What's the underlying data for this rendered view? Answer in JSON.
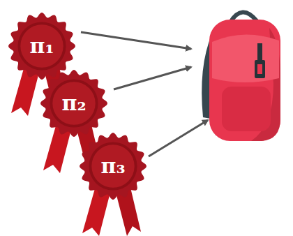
{
  "diagram": {
    "nodes": [
      {
        "text": [
          "π₁"
        ]
      },
      {
        "text": [
          "π₂"
        ]
      },
      {
        "text": [
          "π₃"
        ]
      }
    ]
  }
}
